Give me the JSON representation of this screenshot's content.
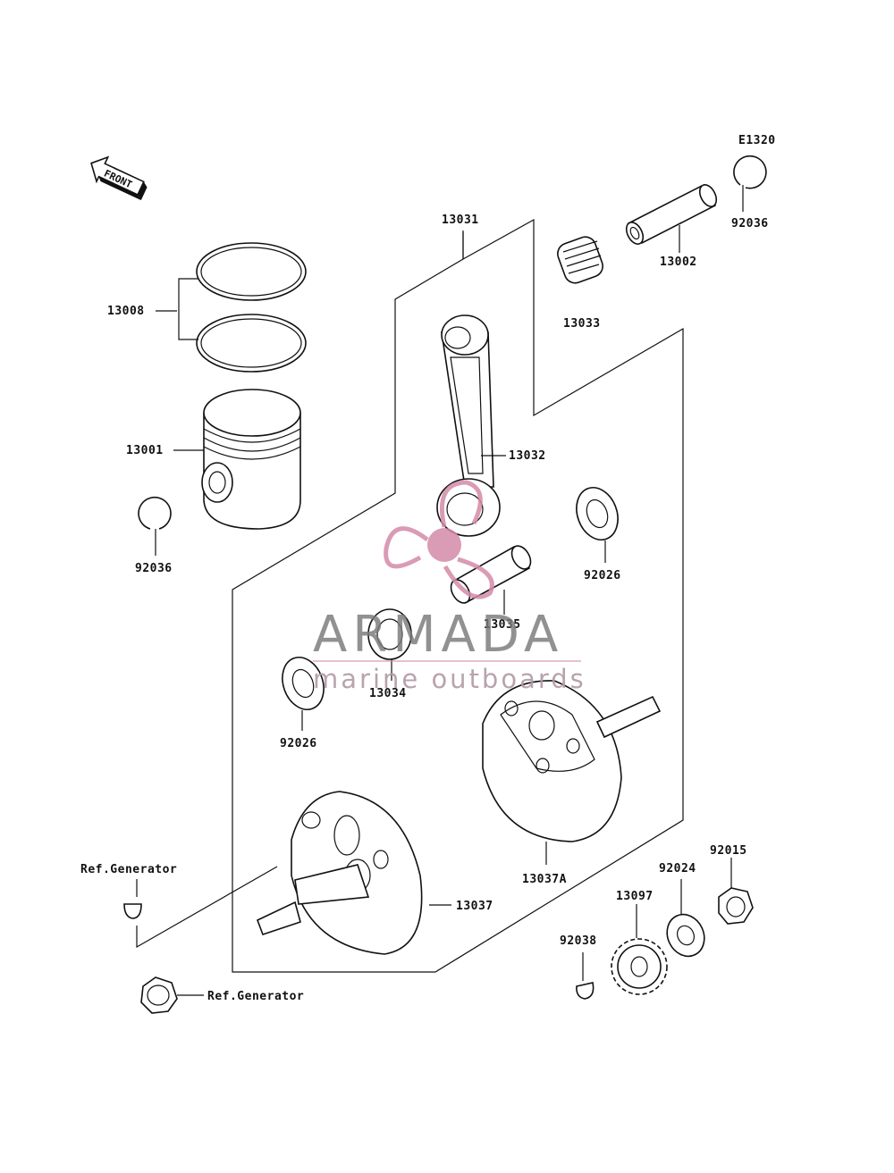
{
  "diagram_code": "E1320",
  "front_label": "FRONT",
  "parts": {
    "p13031": "13031",
    "p13002": "13002",
    "p92036_top": "92036",
    "p13033": "13033",
    "p13008": "13008",
    "p13001": "13001",
    "p13032": "13032",
    "p92036_left": "92036",
    "p92026_right": "92026",
    "p13035": "13035",
    "p13034": "13034",
    "p92026_left": "92026",
    "p13037A": "13037A",
    "p13037": "13037",
    "p92015": "92015",
    "p92024": "92024",
    "p13097": "13097",
    "p92038": "92038"
  },
  "refs": {
    "generator_key": "Ref.Generator",
    "generator_nut": "Ref.Generator"
  },
  "watermark": {
    "brand": "ARMADA",
    "tagline": "marine outboards",
    "logo_color": "#d48aa8",
    "text_color": "#7a7a7a"
  }
}
